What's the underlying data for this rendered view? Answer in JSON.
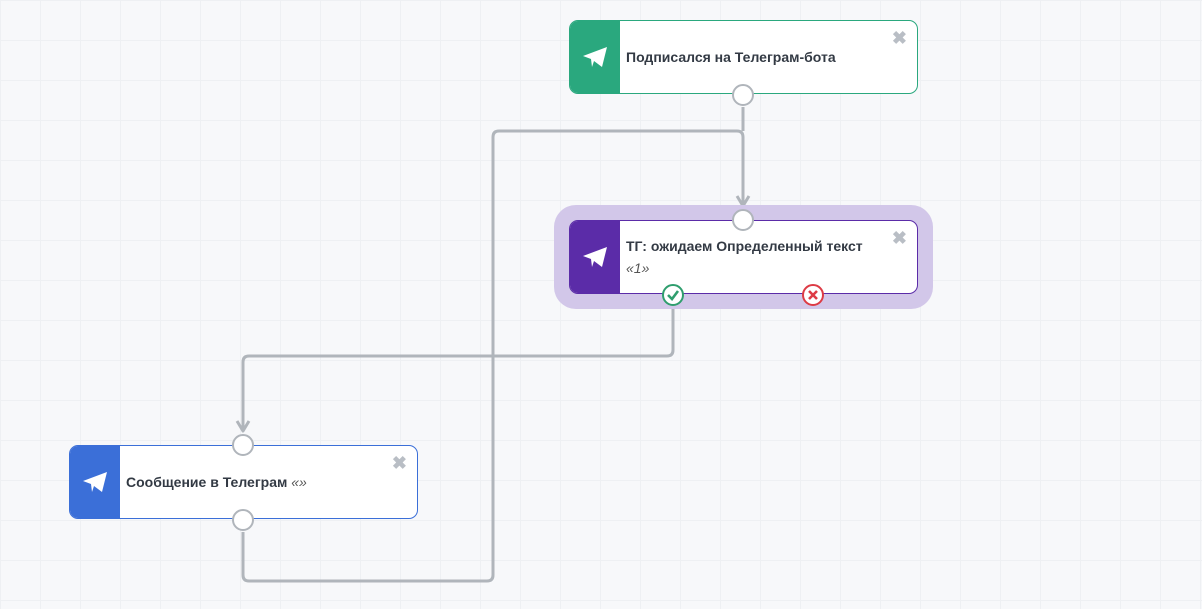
{
  "nodes": [
    {
      "title": "Подписался на Телеграм-бота",
      "icon": "telegram-icon",
      "color": "#2aa87e"
    },
    {
      "title": "ТГ: ожидаем Определенный текст",
      "subtitle": "«1»",
      "icon": "telegram-icon",
      "color": "#5b2ca8"
    },
    {
      "title": "Сообщение в Телеграм",
      "quote": "«»",
      "icon": "telegram-icon",
      "color": "#3b6fd8"
    }
  ],
  "close_label": "✖",
  "wire_color": "#b0b5bb"
}
